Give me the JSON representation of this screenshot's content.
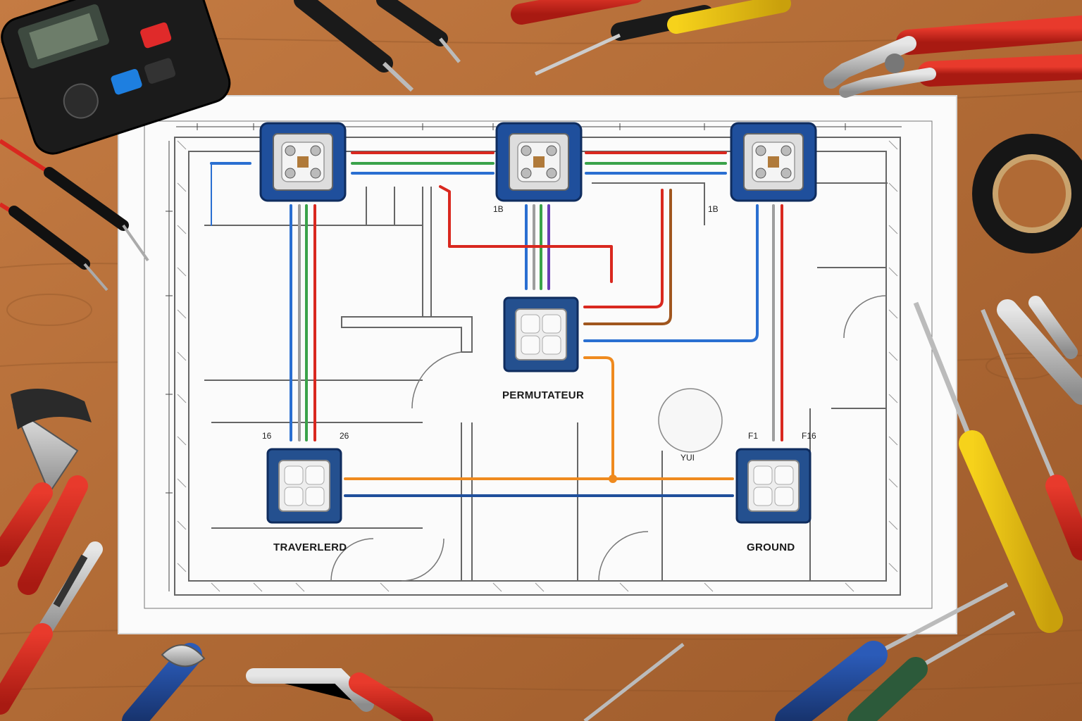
{
  "scene": {
    "labels": {
      "permutateur": "PERMUTATEUR",
      "travelerd": "TRAVERLERD",
      "ground": "GROUND",
      "yut": "YUI"
    },
    "small_marks": {
      "left_a": "16",
      "left_b": "26",
      "right_a": "F1",
      "right_b": "F16",
      "top_a": "1B",
      "top_b": "1B"
    },
    "colors": {
      "wood": "#b8743f",
      "wood_dark": "#8a4f25",
      "paper": "#fbfbfb",
      "wire_red": "#d9281f",
      "wire_blue": "#2a6fd1",
      "wire_green": "#3aa24a",
      "wire_orange": "#ef8a1e",
      "wire_brown": "#a0561e",
      "wire_purple": "#6a3fb6",
      "box_blue": "#1f4f9c"
    },
    "tools": [
      "multimeter-icon",
      "screwdriver-icon",
      "pliers-icon",
      "electrical-tape-icon",
      "wire-stripper-icon",
      "probe-icon"
    ]
  }
}
